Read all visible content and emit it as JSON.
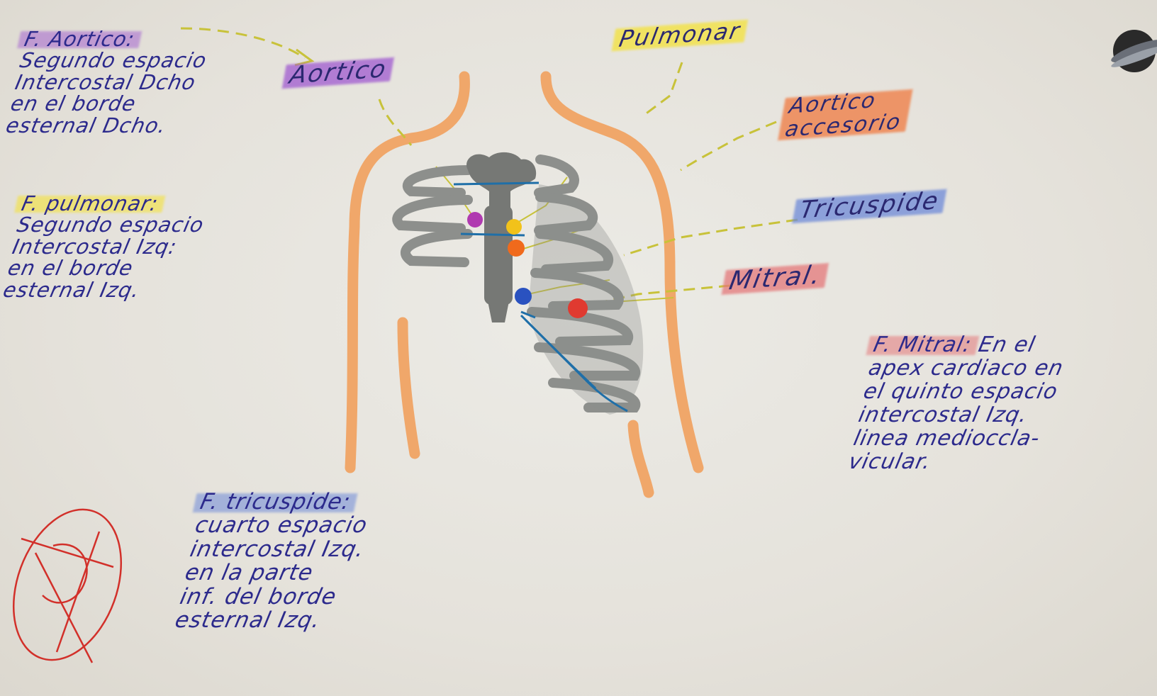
{
  "labels": {
    "aortico": "Aortico",
    "pulmonar": "Pulmonar",
    "aortico_accesorio_line1": "Aortico",
    "aortico_accesorio_line2": "accesorio",
    "tricuspide": "Tricuspide",
    "mitral": "Mitral."
  },
  "notes": {
    "aortico": {
      "heading": "F. Aortico:",
      "lines": [
        "Segundo espacio",
        "Intercostal Dcho",
        "en el borde",
        "esternal Dcho."
      ]
    },
    "pulmonar": {
      "heading": "F. pulmonar:",
      "lines": [
        "Segundo espacio",
        "Intercostal Izq:",
        "en el borde",
        "esternal Izq."
      ]
    },
    "tricuspide": {
      "heading": "F. tricuspide:",
      "lines": [
        "cuarto espacio",
        "intercostal Izq.",
        "en la parte",
        "inf. del borde",
        "esternal Izq."
      ]
    },
    "mitral": {
      "heading": "F. Mitral:",
      "heading_tail": "En el",
      "lines": [
        "apex cardiaco en",
        "el quinto espacio",
        "intercostal Izq.",
        "linea medioccla-",
        "vicular."
      ]
    }
  },
  "foci": [
    {
      "name": "aortico",
      "color": "#b03ab0"
    },
    {
      "name": "pulmonar",
      "color": "#f2c21a"
    },
    {
      "name": "aortico-accesorio",
      "color": "#f06a1c"
    },
    {
      "name": "tricuspide",
      "color": "#2a52c0"
    },
    {
      "name": "mitral",
      "color": "#e03a30"
    }
  ],
  "colors": {
    "ink": "#2c2a8c",
    "torso": "#f0a76a",
    "ribs": "#8d8f8c",
    "sternum": "#767875",
    "diaphragm": "#1f6fa8",
    "leader": "#c8c23a",
    "signature": "#d2302a",
    "hl_aortico": "#a05ad0",
    "hl_pulmonar": "#f4e23a",
    "hl_accesorio": "#f07a40",
    "hl_tricuspide": "#6e8ad8",
    "hl_mitral": "#e4787a"
  },
  "icons": {
    "binder_ring": "binder-ring-icon",
    "signature": "signature-mark"
  }
}
